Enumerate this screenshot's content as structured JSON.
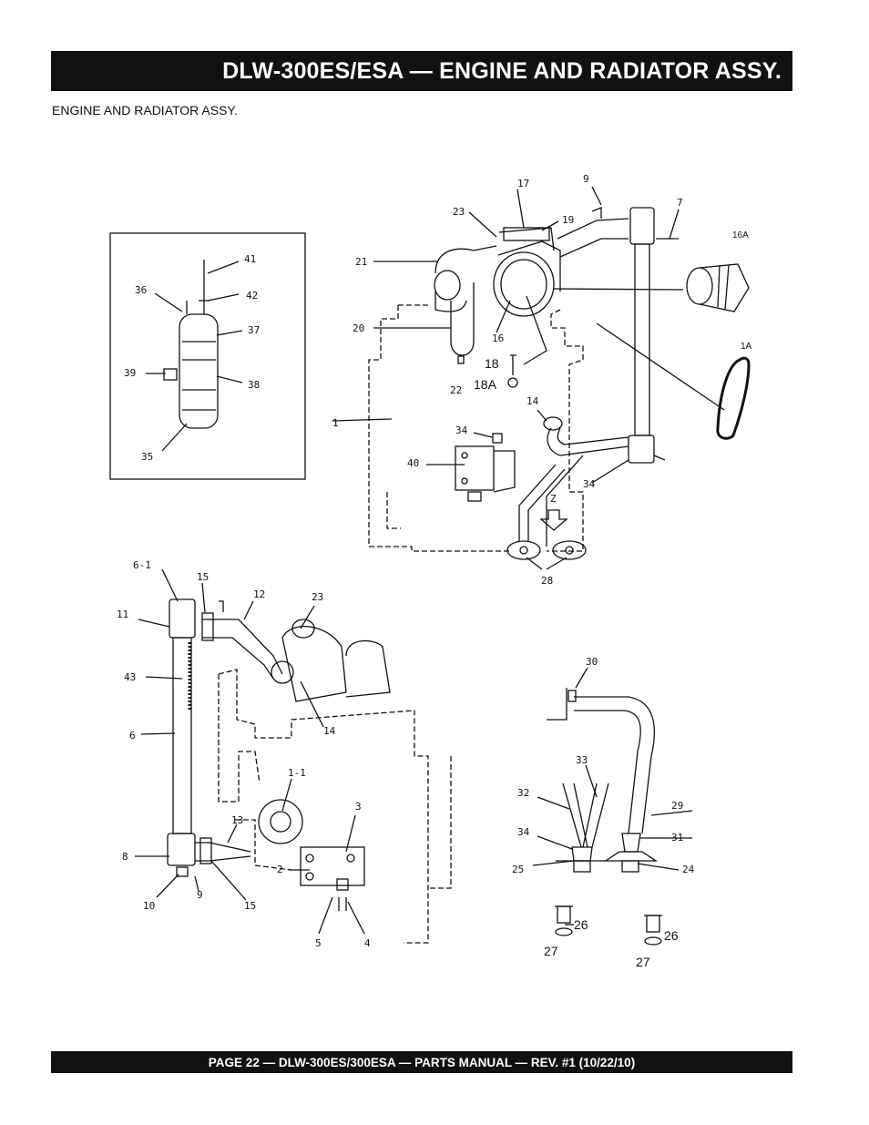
{
  "header": {
    "title": "DLW-300ES/ESA — ENGINE AND RADIATOR ASSY."
  },
  "section": {
    "subtitle": "ENGINE AND RADIATOR ASSY."
  },
  "footer": {
    "text": "PAGE 22 — DLW-300ES/300ESA  —  PARTS MANUAL — REV. #1  (10/22/10)"
  },
  "callouts": {
    "c17": "17",
    "c9a": "9",
    "c7": "7",
    "c23a": "23",
    "c19": "19",
    "c16A": "16A",
    "c21": "21",
    "c20": "20",
    "c16": "16",
    "c1A": "1A",
    "c18": "18",
    "c18A": "18A",
    "c22": "22",
    "c1": "1",
    "c14a": "14",
    "c34a": "34",
    "c40": "40",
    "c34b": "34",
    "cZ": "Z",
    "c28": "28",
    "c41": "41",
    "c36": "36",
    "c42": "42",
    "c37": "37",
    "c39": "39",
    "c38": "38",
    "c35": "35",
    "c6_1": "6-1",
    "c15a": "15",
    "c12": "12",
    "c23b": "23",
    "c11": "11",
    "c43": "43",
    "c6": "6",
    "c14b": "14",
    "c1_1": "1-1",
    "c3": "3",
    "c13": "13",
    "c2": "2",
    "c8": "8",
    "c10": "10",
    "c9b": "9",
    "c15b": "15",
    "c5": "5",
    "c4": "4",
    "c30": "30",
    "c33": "33",
    "c32": "32",
    "c29": "29",
    "c34c": "34",
    "c31": "31",
    "c25": "25",
    "c24": "24",
    "c26a": "26",
    "c27a": "27",
    "c26b": "26",
    "c27b": "27"
  }
}
